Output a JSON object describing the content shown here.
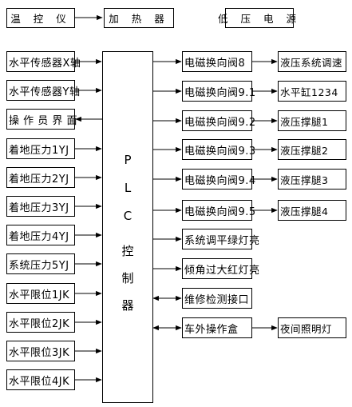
{
  "top_row": [
    "温 控 仪",
    "加 热 器",
    "低 压 电 源"
  ],
  "inputs": [
    "水平传感器X轴",
    "水平传感器Y轴",
    "操 作 员 界 面",
    "着地压力1YJ",
    "着地压力2YJ",
    "着地压力3YJ",
    "着地压力4YJ",
    "系统压力5YJ",
    "水平限位1JK",
    "水平限位2JK",
    "水平限位3JK",
    "水平限位4JK"
  ],
  "plc_label": [
    "P",
    "L",
    "C",
    "控",
    "制",
    "器"
  ],
  "outputs": [
    "电磁换向阀8",
    "电磁换向阀9.1",
    "电磁换向阀9.2",
    "电磁换向阀9.3",
    "电磁换向阀9.4",
    "电磁换向阀9.5",
    "系统调平绿灯亮",
    "倾角过大红灯亮",
    "维修检测接口",
    "车外操作盒"
  ],
  "actuators": [
    "液压系统调速",
    "水平缸1234",
    "液压撑腿1",
    "液压撑腿2",
    "液压撑腿3",
    "液压撑腿4",
    "夜间照明灯"
  ]
}
